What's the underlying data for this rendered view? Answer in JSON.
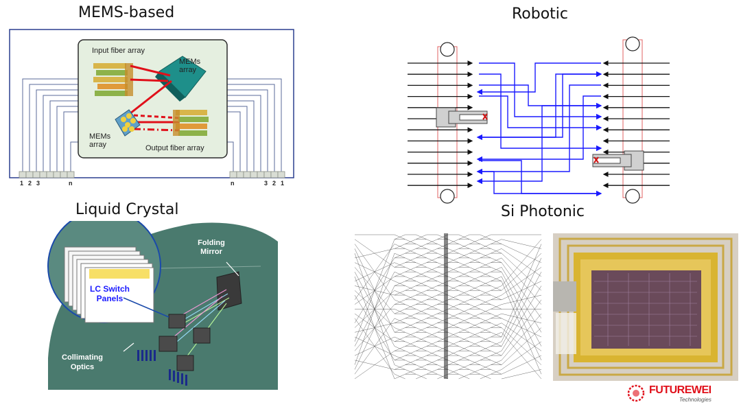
{
  "titles": {
    "mems": "MEMS-based",
    "robotic": "Robotic",
    "lc": "Liquid Crystal",
    "si": "Si Photonic"
  },
  "mems": {
    "input_label": "Input fiber array",
    "mems_label_top": "MEMs array",
    "mems_label_bottom": "MEMs array",
    "output_label": "Output fiber array",
    "left_ports": [
      "1",
      "2",
      "3",
      "n"
    ],
    "right_ports": [
      "n",
      "3",
      "2",
      "1"
    ]
  },
  "lc": {
    "folding_mirror": "Folding Mirror",
    "lc_panels": "LC Switch Panels",
    "collimating": "Collimating Optics"
  },
  "logo": {
    "brand": "FUTUREWEI",
    "sub": "Technologies"
  },
  "colors": {
    "blue": "#1a1aff",
    "red": "#e0101a",
    "teal": "#3f7f6a",
    "gold": "#d9a21b",
    "frame": "#2a3f8f"
  }
}
